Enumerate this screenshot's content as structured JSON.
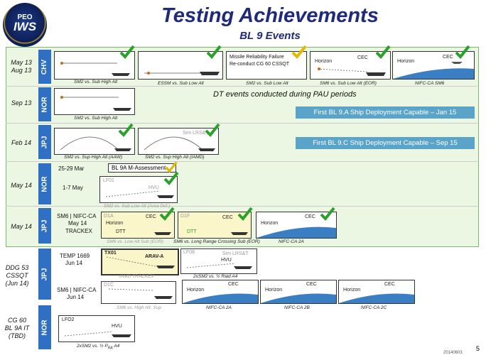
{
  "header": {
    "title": "Testing Achievements",
    "subtitle": "BL 9 Events",
    "logo_top": "PEO",
    "logo_main": "IWS"
  },
  "rows": {
    "r1": {
      "date": "May  13\nAug 13",
      "ship": "CHV"
    },
    "r2": {
      "date": "Sep 13",
      "ship": "NOR"
    },
    "r3": {
      "date": "Feb 14",
      "ship": "JPJ"
    },
    "r4": {
      "date": "May 14",
      "ship": "NOR"
    },
    "r5": {
      "date": "May 14",
      "ship": "JPJ"
    },
    "r6": {
      "date": "DDG 53\nCSSQT\n(Jun 14)",
      "ship": "JPJ"
    },
    "r7": {
      "date": "CG 60\nBL 9A IT\n(TBD)",
      "ship": "NOR"
    }
  },
  "events": {
    "e1": "SM2 vs. Sub High Alt",
    "e2": "ESSM vs. Sub Low Alt",
    "e3": "SM2 vs. Sub Low Alt",
    "e3_line1": "Missile Reliability Failure",
    "e3_line2": "Re-conduct CG 60 CSSQT",
    "e4": "SM6 vs. Sub Low Alt (EOR)",
    "e5": "NIFC-CA SM6",
    "e6": "SM2 vs. Sub High Alt",
    "e7": "SM2 vs. Sup High Alt (AAW)",
    "e8": "SM2 vs. Sup High Alt (IAMD)",
    "e8_sim": "Sim LRS&T",
    "e9_label": "BL 9A M-Assessment",
    "e9_date": "25-29 Mar",
    "e10_date": "1-7 May",
    "e10_tag": "LF01",
    "e10_hvu": "HVU",
    "e10_cap": "SM2 vs. Sub Low Alt (Area Def.)",
    "r5_left1": "SM6 | NIFC-CA",
    "r5_left2": "May 14",
    "r5_left3": "TRACKEX",
    "e11_tag": "D1A",
    "e11_cap": "SM6 vs. Low Alt Sub (EOR)",
    "e12_tag": "D1F",
    "e12_cap": "SM6 vs. Long Range Crossing Sub (EOR)",
    "e13_cap": "NIFC-CA 2A",
    "dtt": "DTT",
    "r6_left1": "TEMP 1669",
    "r6_left2": "Jun 14",
    "e14_tag": "TX01",
    "e14_arav": "ARAV-A",
    "e14_cap": "IAMD TRACKEX",
    "e15_tag": "LF08",
    "e15_sim": "Sim LRS&T",
    "e15_hvu": "HVU",
    "e15_cap": "2xSM2 vs. ½ Raid A4",
    "r6b_left1": "SM6 | NIFC-CA",
    "r6b_left2": "Jun 14",
    "e16_tag": "D1C",
    "e16_cap": "SM6 vs. High Alt. Sup",
    "e17_cap": "NIFC-CA 2A",
    "e18_cap": "NIFC-CA 2B",
    "e19_cap": "NIFC-CA 2C",
    "e20_tag": "LFO2",
    "e20_hvu": "HVU",
    "e20_cap": "2xSM2 vs. ½ P",
    "e20_sub": "RA",
    "e20_cap2": " A4",
    "horizon": "Horizon",
    "cec": "CEC"
  },
  "notes": {
    "dt": "DT events conducted during PAU periods",
    "banner1": "First BL 9.A Ship Deployment Capable – Jan 15",
    "banner2": "First BL 9.C Ship Deployment Capable – Sep 15"
  },
  "footer": {
    "page": "5",
    "code": "20140603"
  },
  "colors": {
    "tab": "#2f6fc4",
    "check_green": "#2aa12a",
    "check_yellow": "#e6b800",
    "banner": "#5aa3c9",
    "title": "#1f2a7a"
  }
}
